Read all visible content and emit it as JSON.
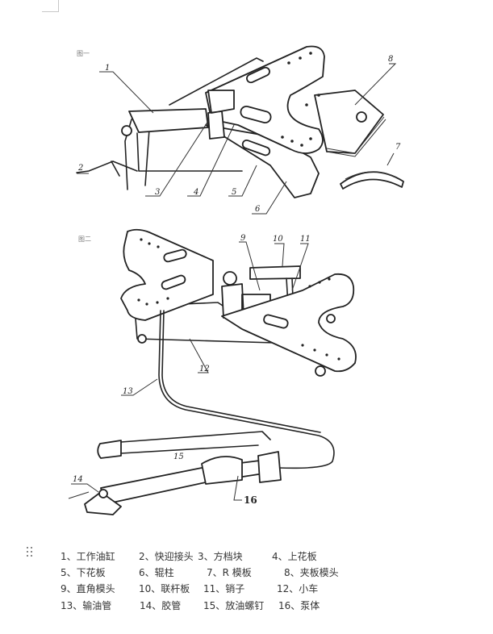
{
  "figure1": {
    "label": "图一",
    "callouts": [
      "1",
      "2",
      "3",
      "4",
      "5",
      "6",
      "7",
      "8"
    ]
  },
  "figure2": {
    "label": "图二",
    "callouts": [
      "9",
      "10",
      "11",
      "12",
      "13",
      "14",
      "15",
      "16"
    ]
  },
  "legend": [
    [
      "1、工作油缸",
      "2、快迎接头",
      "3、方档块",
      "4、上花板"
    ],
    [
      "5、下花板",
      "6、辊柱",
      "7、R 模板",
      "8、夹板模头"
    ],
    [
      "9、直角模头",
      "10、联杆板",
      "11、销子",
      "12、小车"
    ],
    [
      "13、输油管",
      "14、胶管",
      "15、放油螺钉",
      "16、泵体"
    ]
  ]
}
